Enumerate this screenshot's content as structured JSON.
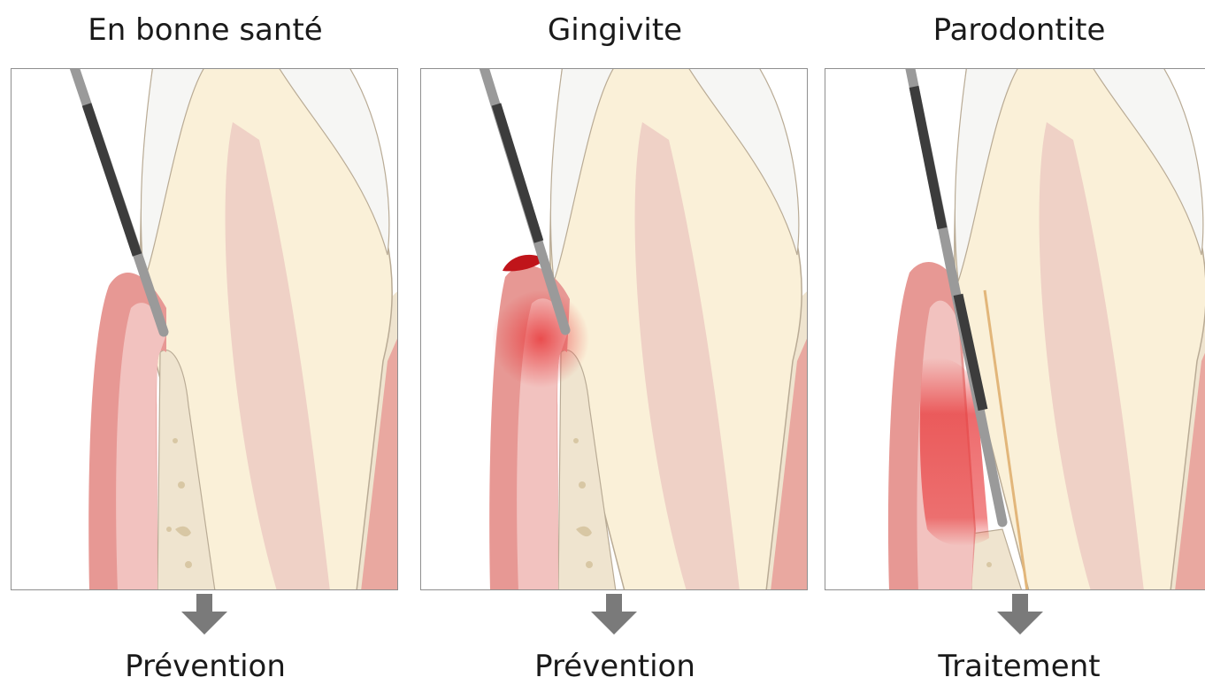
{
  "panels": [
    {
      "title": "En bonne santé",
      "caption": "Prévention"
    },
    {
      "title": "Gingivite",
      "caption": "Prévention"
    },
    {
      "title": "Parodontite",
      "caption": "Traitement"
    }
  ],
  "colors": {
    "enamel": "#f6f6f4",
    "dentin": "#faf0d8",
    "pulp": "#efd1c6",
    "gum": "#e79894",
    "gum_light": "#f2c2bf",
    "bone": "#efe4cf",
    "bone_spots": "#d8c7a4",
    "inflammation": "#e8383a",
    "blood": "#c0141a",
    "probe": "#9a9a9a",
    "probe_dark": "#3c3c3c",
    "arrow": "#7a7a7a"
  }
}
